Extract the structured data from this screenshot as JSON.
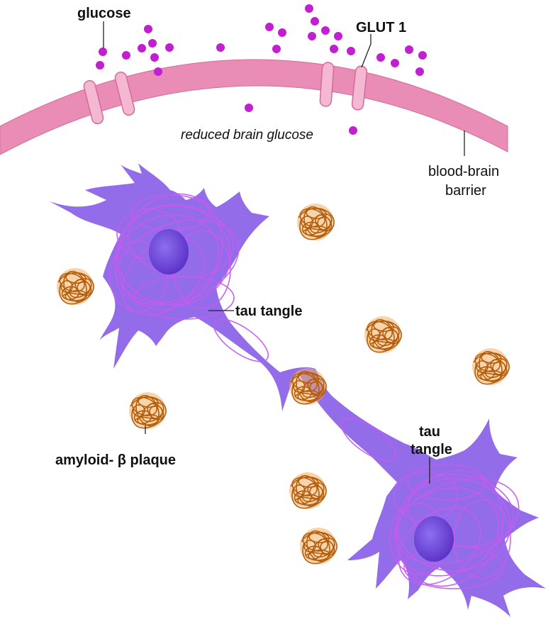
{
  "labels": {
    "glucose": "glucose",
    "glut1": "GLUT 1",
    "reduced_glucose": "reduced brain glucose",
    "bbb_line1": "blood-brain",
    "bbb_line2": "barrier",
    "tau_tangle_1": "tau tangle",
    "tau_tangle_2_line1": "tau",
    "tau_tangle_2_line2": "tangle",
    "amyloid_plaque": "amyloid- β plaque"
  },
  "colors": {
    "membrane": "#e98bb5",
    "membrane_edge": "#d46a9a",
    "transporter": "#f4b3cf",
    "glucose_dot": "#c21fd0",
    "neuron_body": "#8a5fe8",
    "neuron_tangle": "#c45cf2",
    "nucleus": "#6a3fd6",
    "plaque_fill": "#f0a55a",
    "plaque_line": "#b8600f",
    "leader": "#222222"
  }
}
